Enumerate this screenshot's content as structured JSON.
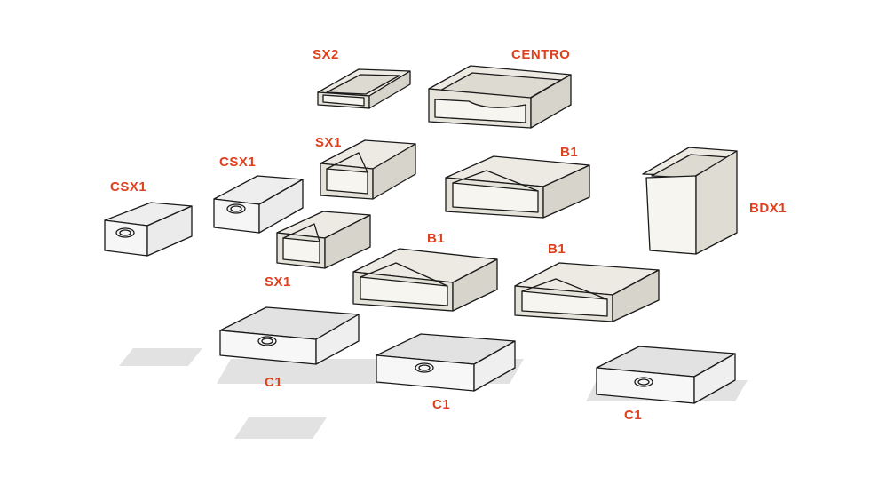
{
  "colors": {
    "label": "#e0401e",
    "stroke": "#1a1a1a",
    "panel_top": "#ecebe3",
    "panel_side": "#e2e0d6",
    "panel_inner": "#f6f5ef",
    "glass": "#f4f4f4",
    "glass_inner": "#e4e4e4",
    "shadow": "#dedede"
  },
  "labels": {
    "sx2": "SX2",
    "centro": "CENTRO",
    "sx1_upper": "SX1",
    "csx1_center": "CSX1",
    "csx1_left": "CSX1",
    "b1_upper": "B1",
    "bdx1": "BDX1",
    "b1_middle": "B1",
    "b1_right": "B1",
    "sx1_lower": "SX1",
    "c1_left": "C1",
    "c1_center": "C1",
    "c1_right": "C1"
  }
}
